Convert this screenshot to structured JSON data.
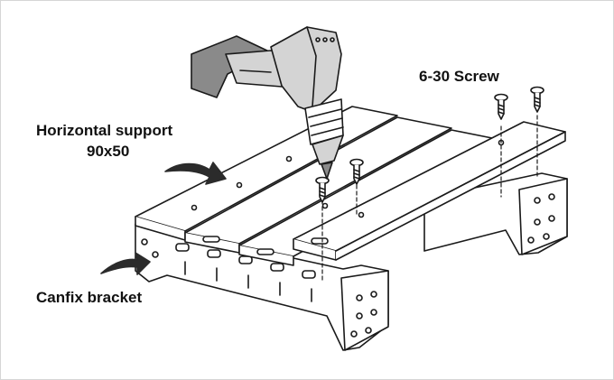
{
  "labels": {
    "screw": "6-30 Screw",
    "support_line1": "Horizontal support",
    "support_line2": "90x50",
    "bracket": "Canfix bracket"
  },
  "colors": {
    "outline": "#1a1a1a",
    "drill_body": "#d4d4d4",
    "drill_dark": "#8a8a8a",
    "arrow": "#2b2b2b",
    "background": "#ffffff"
  },
  "icons": {
    "drill": "cordless-drill-icon",
    "screw": "screw-icon",
    "arrow": "pointer-arrow-icon"
  }
}
